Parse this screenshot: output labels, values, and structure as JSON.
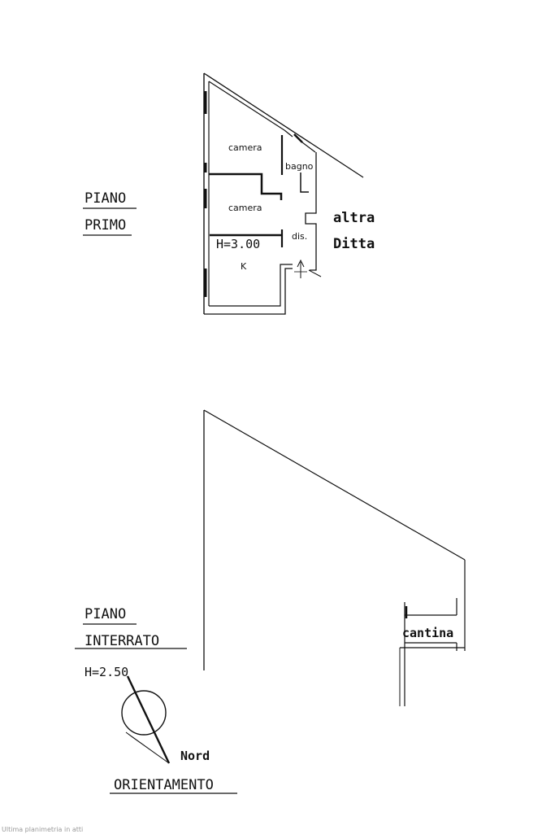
{
  "piano_primo": {
    "title_line1": "PIANO",
    "title_line2": "PRIMO",
    "rooms": {
      "camera_1": "camera",
      "camera_2": "camera",
      "bagno": "bagno",
      "dis": "dis.",
      "kitchen": "K"
    },
    "height_label": "H=3.00",
    "neighbor_line1": "altra",
    "neighbor_line2": "Ditta"
  },
  "piano_interrato": {
    "title_line1": "PIANO",
    "title_line2": "INTERRATO",
    "height_label": "H=2.50",
    "room_label": "cantina"
  },
  "orientation": {
    "north_label": "Nord",
    "title": "ORIENTAMENTO"
  },
  "footer_text": "Ultima planimetria in atti"
}
